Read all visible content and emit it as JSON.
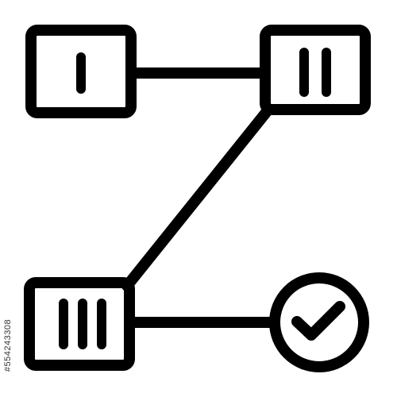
{
  "icon": {
    "name": "process-steps-icon",
    "stroke_color": "#000000",
    "background_color": "#ffffff",
    "steps": [
      {
        "label": "I",
        "bars": 1
      },
      {
        "label": "II",
        "bars": 2
      },
      {
        "label": "III",
        "bars": 3
      }
    ],
    "end_marker": "checkmark-circle-icon"
  },
  "watermark": {
    "stock_id": "#554243308"
  }
}
